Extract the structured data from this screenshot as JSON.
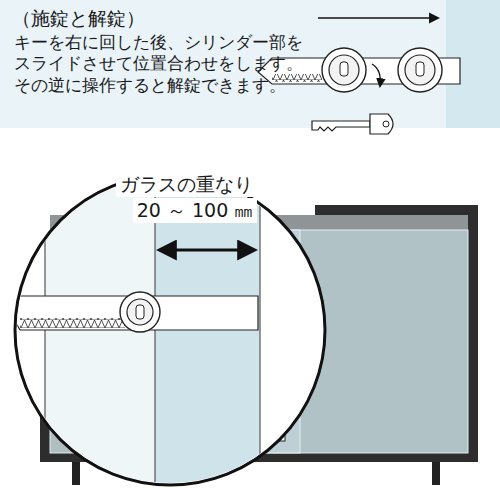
{
  "diagram": {
    "title": "（施錠と解錠）",
    "labels": [
      "キーを右に回した後、シリンダー部をスライドさせて位置合わせをします。その逆に操作すると解錠できます。",
      "ガラスの重なり",
      "20 ～ 100 ㎜"
    ]
  }
}
